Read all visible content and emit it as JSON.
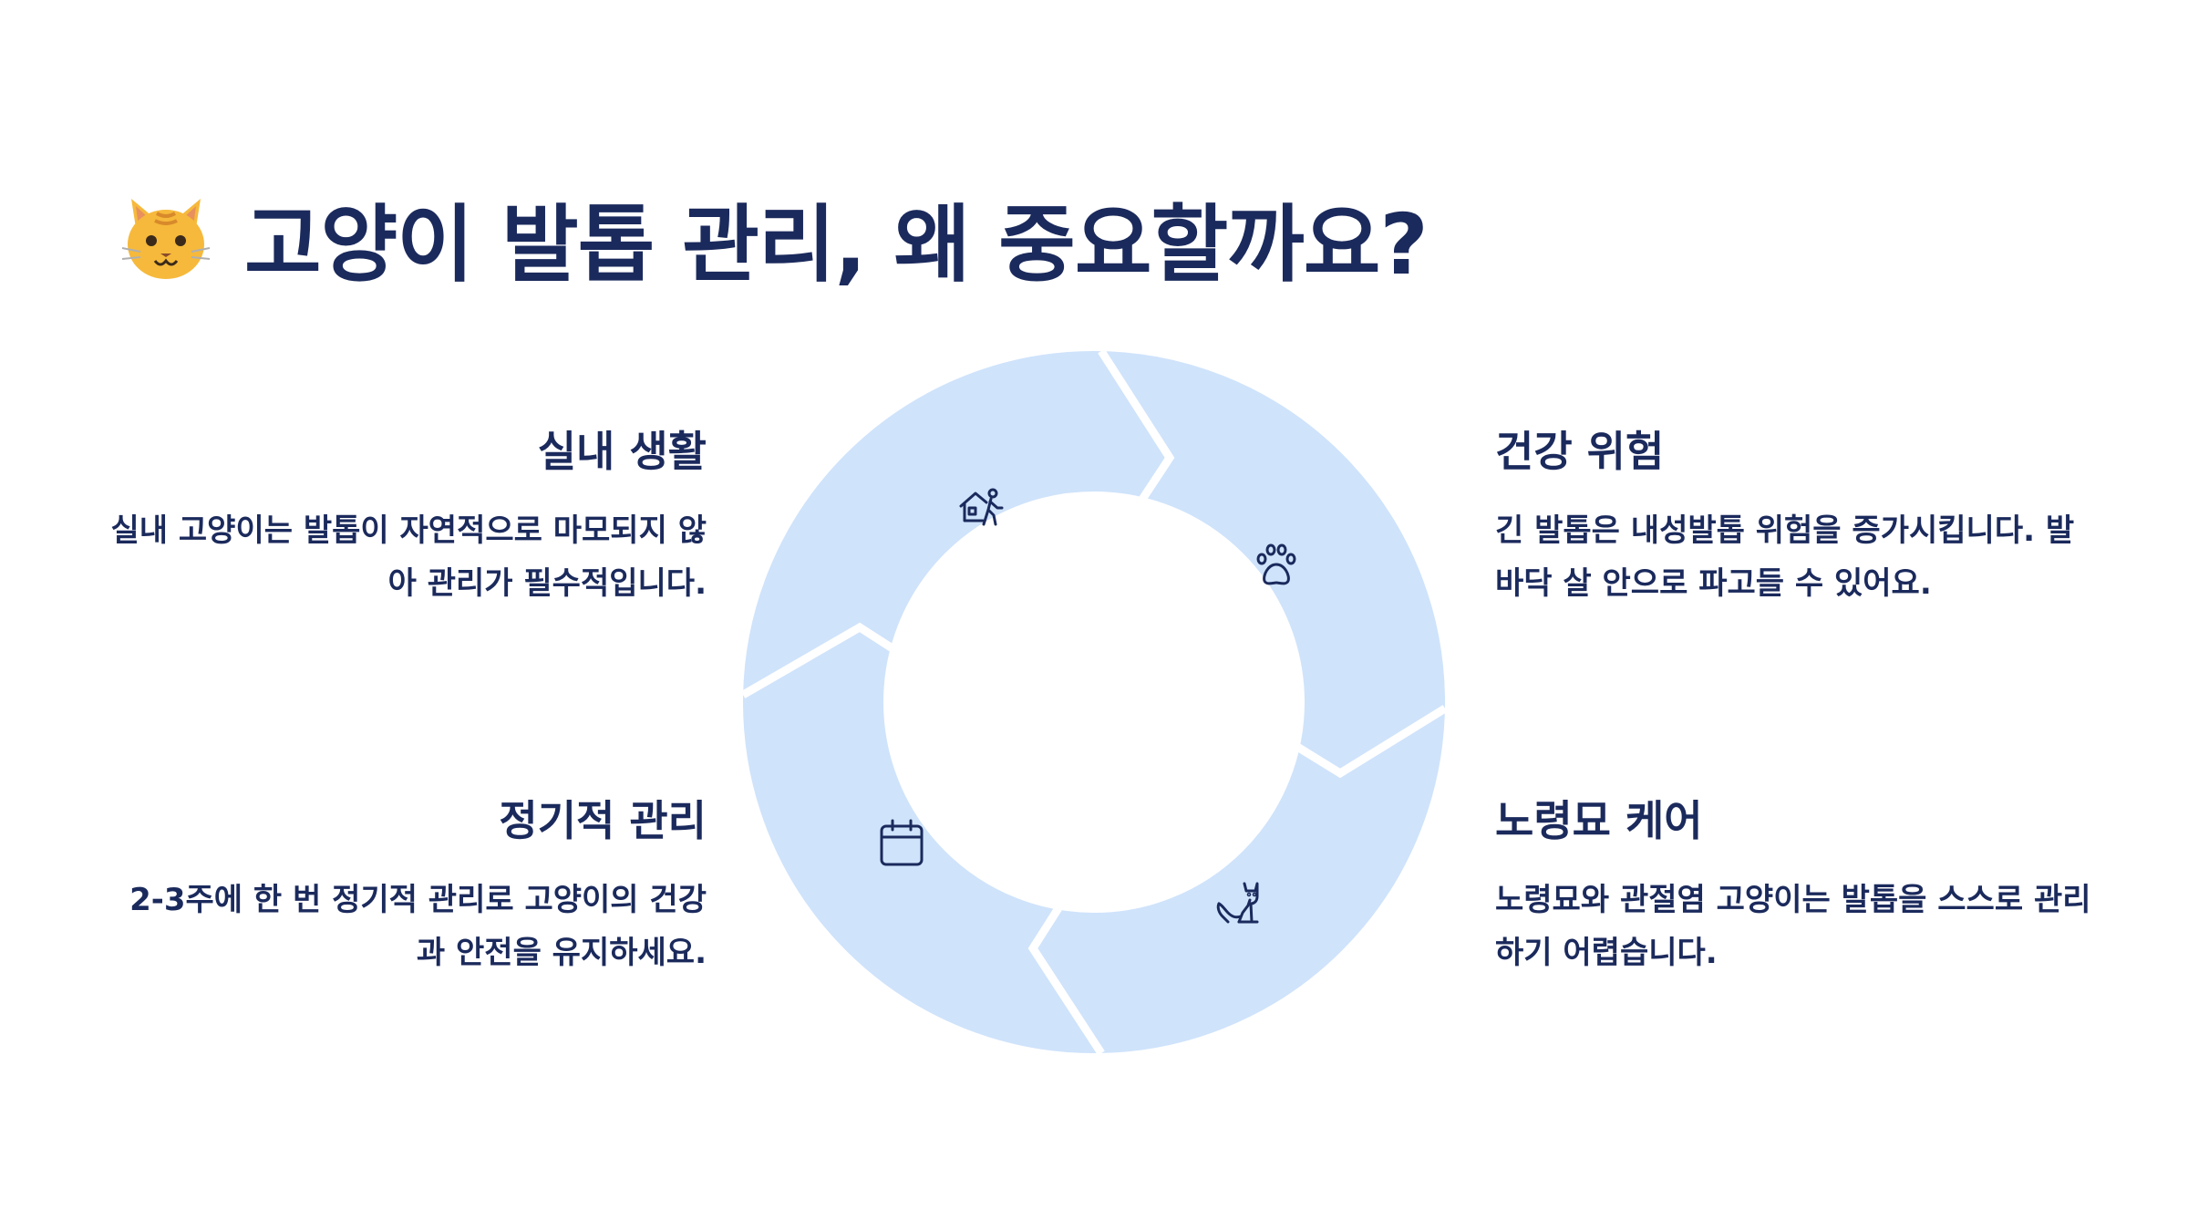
{
  "title": {
    "emoji": "cat-face-icon",
    "text": "고양이 발톱 관리, 왜 중요할까요?"
  },
  "items": {
    "indoor": {
      "heading": "실내 생활",
      "body": "실내 고양이는 발톱이 자연적으로 마모되지 않아 관리가 필수적입니다.",
      "icon": "house-walking-icon"
    },
    "health": {
      "heading": "건강 위험",
      "body": "긴 발톱은 내성발톱 위험을 증가시킵니다. 발바닥 살 안으로 파고들 수 있어요.",
      "icon": "paw-icon"
    },
    "regular": {
      "heading": "정기적 관리",
      "body": "2-3주에 한 번 정기적 관리로 고양이의 건강과 안전을 유지하세요.",
      "icon": "calendar-icon"
    },
    "senior": {
      "heading": "노령묘 케어",
      "body": "노령묘와 관절염 고양이는 발톱을 스스로 관리하기 어렵습니다.",
      "icon": "sitting-cat-icon"
    }
  },
  "colors": {
    "segment_fill": "#cfe3fb",
    "text": "#1b2a5c",
    "background": "#ffffff",
    "cat_emoji": "#f6b93b"
  }
}
